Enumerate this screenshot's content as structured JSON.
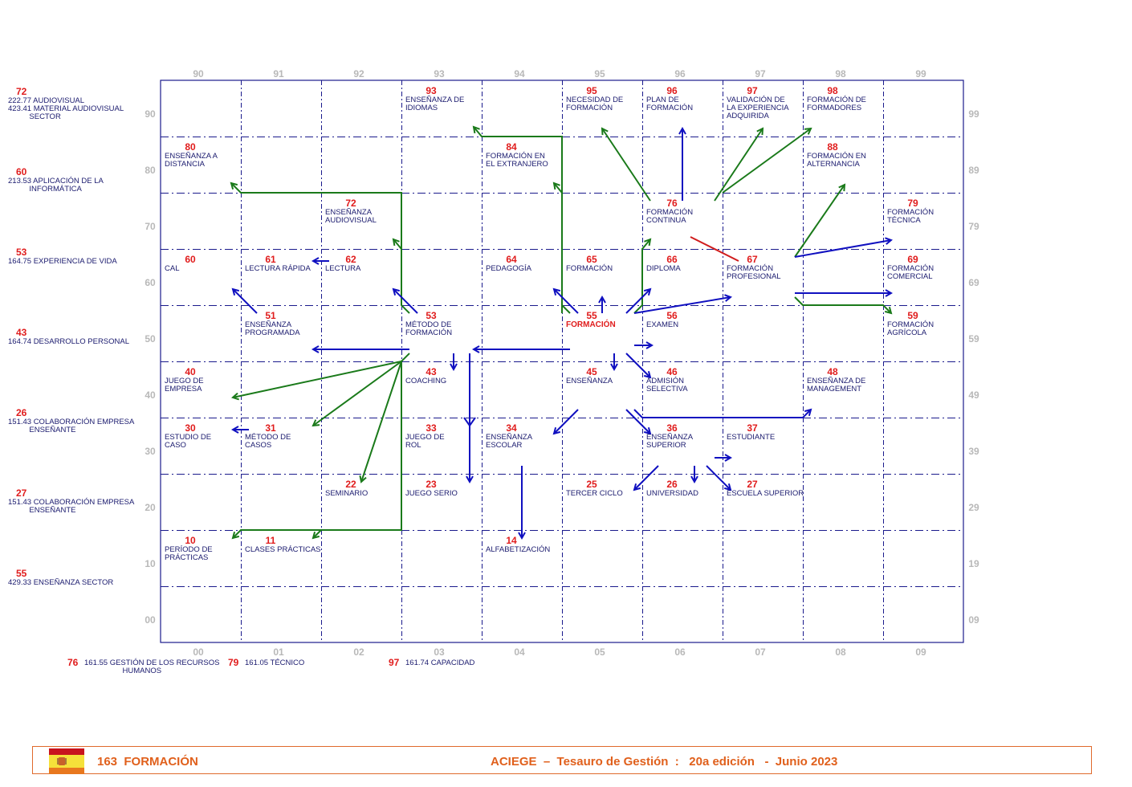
{
  "left_refs": [
    {
      "num": "72",
      "lines": [
        "222.77 AUDIOVISUAL",
        "423.41 MATERIAL AUDIOVISUAL",
        "          SECTOR"
      ]
    },
    {
      "num": "60",
      "lines": [
        "213.53 APLICACIÓN DE LA",
        "          INFORMÁTICA"
      ]
    },
    {
      "num": "53",
      "lines": [
        "164.75 EXPERIENCIA DE VIDA"
      ]
    },
    {
      "num": "43",
      "lines": [
        "164.74 DESARROLLO PERSONAL"
      ]
    },
    {
      "num": "26",
      "lines": [
        "151.43 COLABORACIÓN EMPRESA",
        "          ENSEÑANTE"
      ]
    },
    {
      "num": "27",
      "lines": [
        "151.43 COLABORACIÓN EMPRESA",
        "          ENSEÑANTE"
      ]
    },
    {
      "num": "55",
      "lines": [
        "429.33 ENSEÑANZA SECTOR"
      ]
    }
  ],
  "bottom_refs": [
    {
      "num": "76",
      "lines": [
        "161.55 GESTIÓN DE LOS RECURSOS",
        "                  HUMANOS"
      ]
    },
    {
      "num": "79",
      "lines": [
        "161.05 TÉCNICO"
      ]
    },
    {
      "num": "97",
      "lines": [
        "161.74 CAPACIDAD"
      ]
    }
  ],
  "axes": {
    "top": [
      "90",
      "91",
      "92",
      "93",
      "94",
      "95",
      "96",
      "97",
      "98",
      "99"
    ],
    "bottom": [
      "00",
      "01",
      "02",
      "03",
      "04",
      "05",
      "06",
      "07",
      "08",
      "09"
    ],
    "left": [
      "90",
      "80",
      "70",
      "60",
      "50",
      "40",
      "30",
      "20",
      "10",
      "00"
    ],
    "right": [
      "99",
      "89",
      "79",
      "69",
      "59",
      "49",
      "39",
      "29",
      "19",
      "09"
    ]
  },
  "terms": [
    {
      "num": "93",
      "label": "ENSEÑANZA DE\nIDIOMAS",
      "col": 3,
      "row": 0
    },
    {
      "num": "95",
      "label": "NECESIDAD DE\nFORMACIÓN",
      "col": 5,
      "row": 0
    },
    {
      "num": "96",
      "label": "PLAN DE\nFORMACIÓN",
      "col": 6,
      "row": 0
    },
    {
      "num": "97",
      "label": "VALIDACIÓN DE\nLA EXPERIENCIA\nADQUIRIDA",
      "col": 7,
      "row": 0
    },
    {
      "num": "98",
      "label": "FORMACIÓN DE\nFORMADORES",
      "col": 8,
      "row": 0
    },
    {
      "num": "80",
      "label": "ENSEÑANZA A\nDISTANCIA",
      "col": 0,
      "row": 1
    },
    {
      "num": "84",
      "label": "FORMACIÓN EN\nEL EXTRANJERO",
      "col": 4,
      "row": 1
    },
    {
      "num": "88",
      "label": "FORMACIÓN EN\nALTERNANCIA",
      "col": 8,
      "row": 1
    },
    {
      "num": "72",
      "label": "ENSEÑANZA\nAUDIOVISUAL",
      "col": 2,
      "row": 2
    },
    {
      "num": "76",
      "label": "FORMACIÓN\nCONTINUA",
      "col": 6,
      "row": 2
    },
    {
      "num": "79",
      "label": "FORMACIÓN\nTÉCNICA",
      "col": 9,
      "row": 2
    },
    {
      "num": "60",
      "label": "CAL",
      "col": 0,
      "row": 3
    },
    {
      "num": "61",
      "label": "LECTURA RÁPIDA",
      "col": 1,
      "row": 3
    },
    {
      "num": "62",
      "label": "LECTURA",
      "col": 2,
      "row": 3
    },
    {
      "num": "64",
      "label": "PEDAGOGÍA",
      "col": 4,
      "row": 3
    },
    {
      "num": "65",
      "label": "FORMACIÓN",
      "col": 5,
      "row": 3
    },
    {
      "num": "66",
      "label": "DIPLOMA",
      "col": 6,
      "row": 3
    },
    {
      "num": "67",
      "label": "FORMACIÓN\nPROFESIONAL",
      "col": 7,
      "row": 3
    },
    {
      "num": "69",
      "label": "FORMACIÓN\nCOMERCIAL",
      "col": 9,
      "row": 3
    },
    {
      "num": "51",
      "label": "ENSEÑANZA\nPROGRAMADA",
      "col": 1,
      "row": 4
    },
    {
      "num": "53",
      "label": "MÉTODO DE\nFORMACIÓN",
      "col": 3,
      "row": 4
    },
    {
      "num": "55",
      "label": "FORMACIÓN",
      "col": 5,
      "row": 4,
      "main": true
    },
    {
      "num": "56",
      "label": "EXAMEN",
      "col": 6,
      "row": 4
    },
    {
      "num": "59",
      "label": "FORMACIÓN\nAGRÍCOLA",
      "col": 9,
      "row": 4
    },
    {
      "num": "40",
      "label": "JUEGO DE\nEMPRESA",
      "col": 0,
      "row": 5
    },
    {
      "num": "43",
      "label": "COACHING",
      "col": 3,
      "row": 5
    },
    {
      "num": "45",
      "label": "ENSEÑANZA",
      "col": 5,
      "row": 5
    },
    {
      "num": "46",
      "label": "ADMISIÓN\nSELECTIVA",
      "col": 6,
      "row": 5
    },
    {
      "num": "48",
      "label": "ENSEÑANZA DE\nMANAGEMENT",
      "col": 8,
      "row": 5
    },
    {
      "num": "30",
      "label": "ESTUDIO DE\nCASO",
      "col": 0,
      "row": 6
    },
    {
      "num": "31",
      "label": "MÉTODO DE\nCASOS",
      "col": 1,
      "row": 6
    },
    {
      "num": "33",
      "label": "JUEGO DE\nROL",
      "col": 3,
      "row": 6
    },
    {
      "num": "34",
      "label": "ENSEÑANZA\nESCOLAR",
      "col": 4,
      "row": 6
    },
    {
      "num": "36",
      "label": "ENSEÑANZA\nSUPERIOR",
      "col": 6,
      "row": 6
    },
    {
      "num": "37",
      "label": "ESTUDIANTE",
      "col": 7,
      "row": 6
    },
    {
      "num": "22",
      "label": "SEMINARIO",
      "col": 2,
      "row": 7
    },
    {
      "num": "23",
      "label": "JUEGO SERIO",
      "col": 3,
      "row": 7
    },
    {
      "num": "25",
      "label": "TERCER CICLO",
      "col": 5,
      "row": 7
    },
    {
      "num": "26",
      "label": "UNIVERSIDAD",
      "col": 6,
      "row": 7
    },
    {
      "num": "27",
      "label": "ESCUELA SUPERIOR",
      "col": 7,
      "row": 7
    },
    {
      "num": "10",
      "label": "PERÍODO DE\nPRÁCTICAS",
      "col": 0,
      "row": 8
    },
    {
      "num": "11",
      "label": "CLASES PRÁCTICAS",
      "col": 1,
      "row": 8
    },
    {
      "num": "14",
      "label": "ALFABETIZACIÓN",
      "col": 4,
      "row": 8
    }
  ],
  "colors": {
    "grid": "#1a1a8c",
    "blue_link": "#1010c0",
    "green_link": "#1a7a1a",
    "red_link": "#d01c1c",
    "term_number": "#e01c1c",
    "term_text": "#1a1a6e",
    "axis_label": "#b8b8b8",
    "footer": "#e0601c"
  },
  "footer": {
    "flag_icon": "spain-flag",
    "title": "163  FORMACIÓN",
    "source": "ACIEGE  –  Tesauro de Gestión  :   20a edición   -  Junio 2023"
  }
}
